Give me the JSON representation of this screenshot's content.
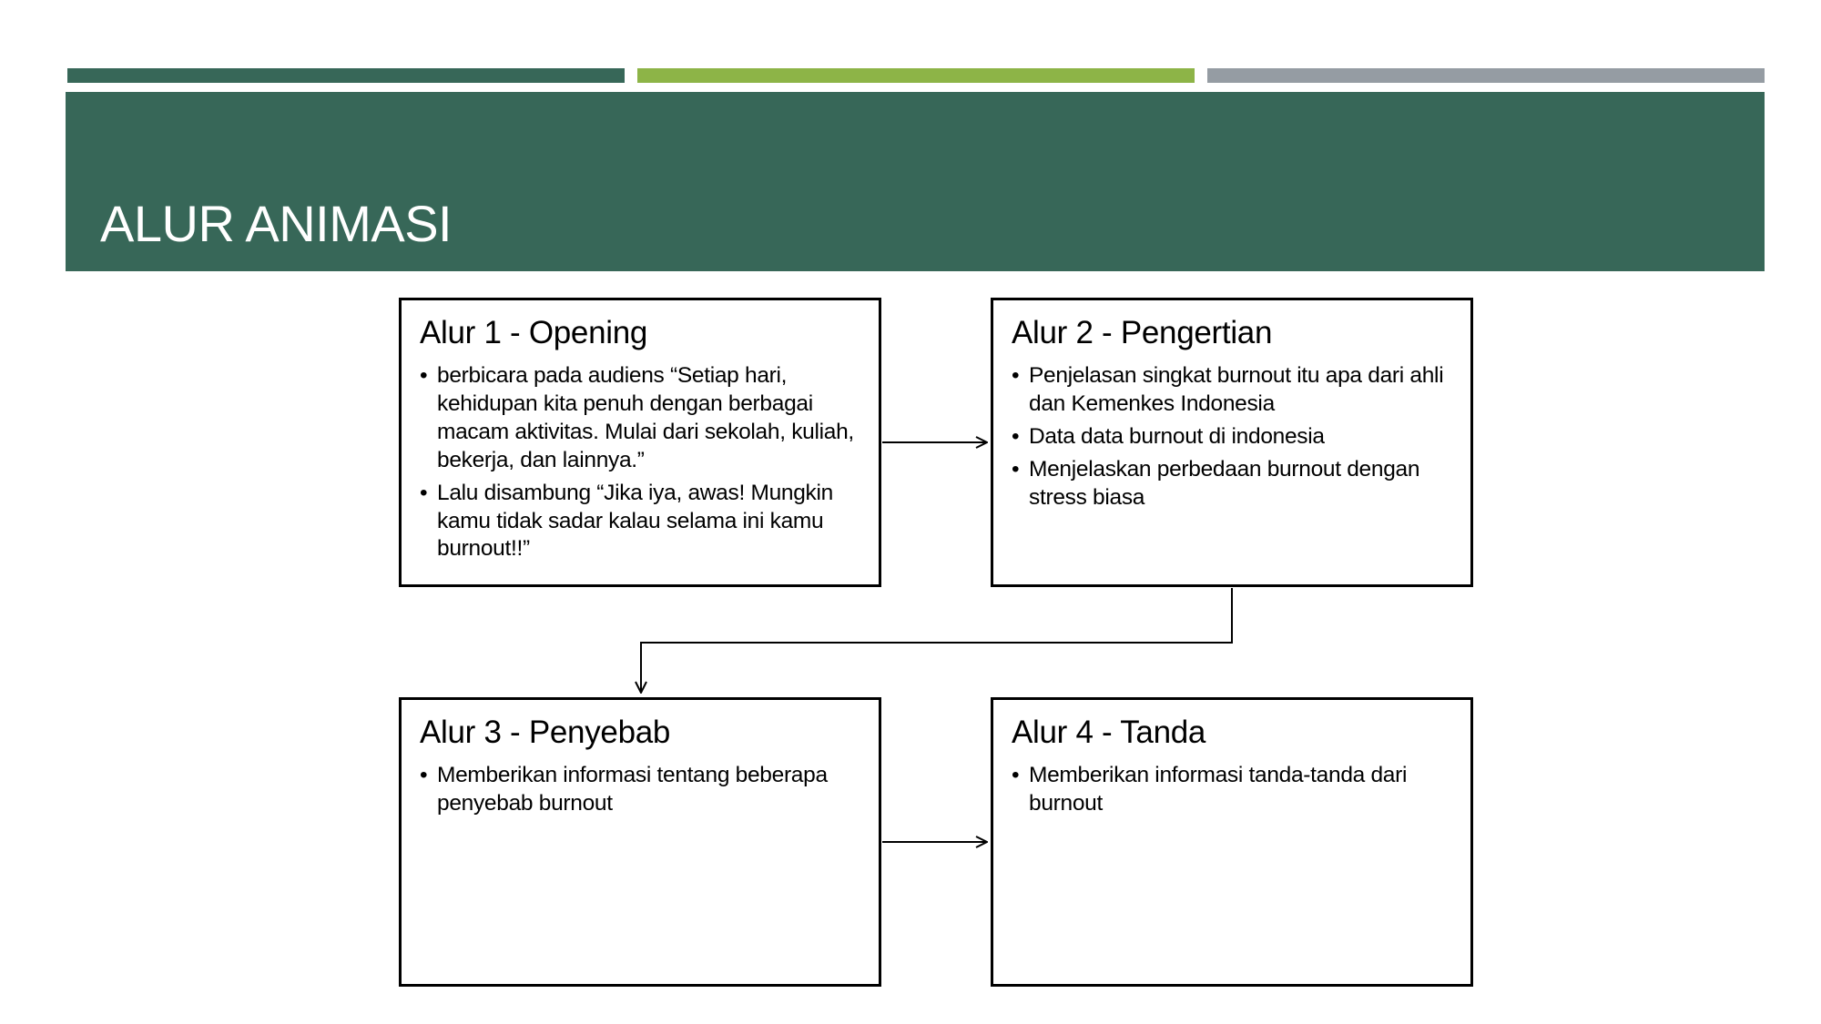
{
  "colors": {
    "header_green": "#376758",
    "accent_1": "#376758",
    "accent_2": "#8db447",
    "accent_3": "#959ca3",
    "title_text": "#ffffff",
    "box_border": "#000000",
    "connector": "#000000"
  },
  "header": {
    "title": "ALUR ANIMASI"
  },
  "boxes": [
    {
      "title": "Alur 1 - Opening",
      "bullets": [
        "berbicara pada audiens “Setiap hari, kehidupan kita penuh dengan berbagai macam aktivitas. Mulai dari sekolah, kuliah, bekerja, dan lainnya.”",
        "Lalu disambung “Jika iya, awas! Mungkin kamu tidak sadar kalau selama ini kamu burnout!!”"
      ]
    },
    {
      "title": "Alur 2 - Pengertian",
      "bullets": [
        "Penjelasan singkat burnout itu apa dari ahli dan Kemenkes Indonesia",
        "Data data burnout di indonesia",
        "Menjelaskan perbedaan burnout dengan stress biasa"
      ]
    },
    {
      "title": "Alur 3 - Penyebab",
      "bullets": [
        "Memberikan informasi tentang beberapa penyebab burnout"
      ]
    },
    {
      "title": "Alur 4 - Tanda",
      "bullets": [
        "Memberikan informasi tanda-tanda dari burnout"
      ]
    }
  ],
  "bullet_glyph": "•"
}
